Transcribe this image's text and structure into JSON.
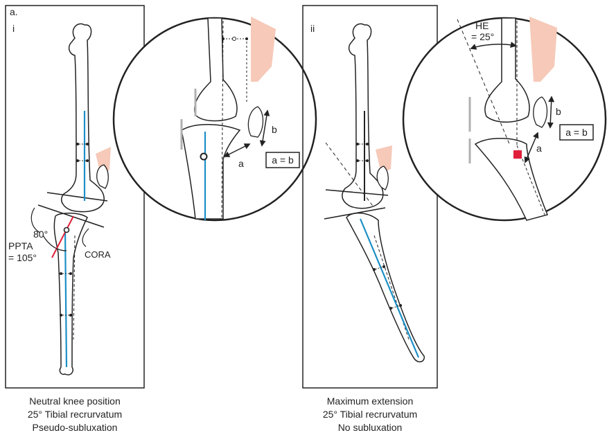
{
  "panel_a": {
    "figure_label": "a.",
    "label": "i",
    "angle_80": "80°",
    "ppta_line1": "PPTA",
    "ppta_line2": "= 105°",
    "cora": "CORA",
    "zoom_a": "a",
    "zoom_b": "b",
    "zoom_eq": "a = b",
    "caption": [
      "Neutral knee position",
      "25° Tibial recrurvatum",
      "Pseudo-subluxation"
    ]
  },
  "panel_b": {
    "label": "ii",
    "he_line1": "HE",
    "he_line2": "= 25°",
    "zoom_a": "a",
    "zoom_b": "b",
    "zoom_eq": "a = b",
    "caption": [
      "Maximum extension",
      "25° Tibial recrurvatum",
      "No subluxation"
    ]
  },
  "colors": {
    "mechanical_axis": "#1b8fc6",
    "angle_line": "#e0203a",
    "marker": "#e0203a",
    "patellar_tendon": "#f6c9b8",
    "outline": "#222222"
  }
}
